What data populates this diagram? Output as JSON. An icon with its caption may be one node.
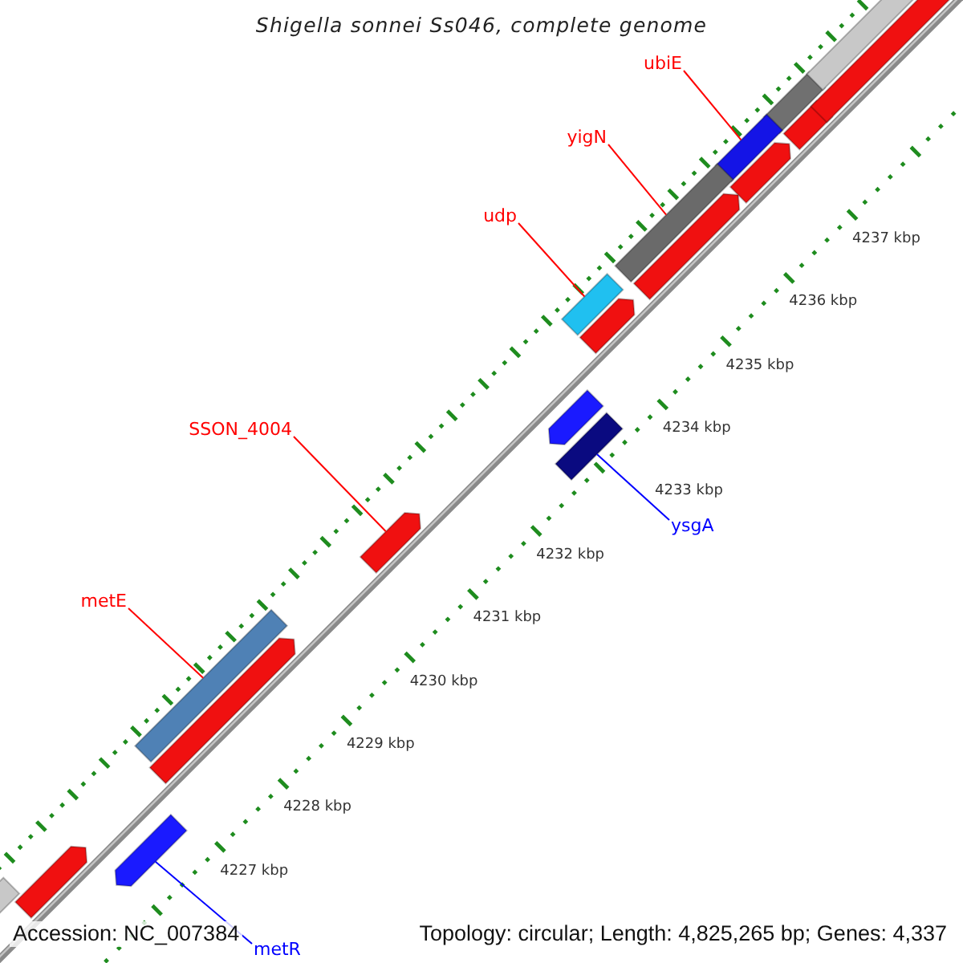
{
  "diagram": {
    "title": "Shigella sonnei Ss046, complete genome",
    "nodes": [
      {
        "text": [
          "ubiE"
        ]
      },
      {
        "text": [
          "yigN"
        ]
      },
      {
        "text": [
          "udp"
        ]
      },
      {
        "text": [
          "SSON_4004"
        ]
      },
      {
        "text": [
          "metE"
        ]
      },
      {
        "text": [
          "ysgA"
        ]
      },
      {
        "text": [
          "metR"
        ]
      },
      {
        "text": [],
        "shape": "bar"
      },
      {
        "text": [],
        "shape": "bar"
      },
      {
        "text": [],
        "shape": "bar"
      },
      {
        "text": [],
        "shape": "arrow"
      },
      {
        "text": [],
        "shape": "bar"
      },
      {
        "text": [],
        "shape": "bar"
      },
      {
        "text": [],
        "shape": "arrow"
      }
    ],
    "edges": [
      {
        "from": 0,
        "to": 7,
        "arrow": "none"
      },
      {
        "from": 1,
        "to": 8,
        "arrow": "none"
      },
      {
        "from": 2,
        "to": 9,
        "arrow": "none"
      },
      {
        "from": 3,
        "to": 10,
        "arrow": "none"
      },
      {
        "from": 4,
        "to": 11,
        "arrow": "none"
      },
      {
        "from": 5,
        "to": 12,
        "arrow": "none",
        "color": "#0000ff"
      },
      {
        "from": 6,
        "to": 13,
        "arrow": "none",
        "color": "#0000ff"
      }
    ],
    "labels": [
      "4237 kbp",
      "4236 kbp",
      "4235 kbp",
      "4234 kbp",
      "4233 kbp",
      "4232 kbp",
      "4231 kbp",
      "4230 kbp",
      "4229 kbp",
      "4228 kbp",
      "4227 kbp",
      "Accession: NC_007384",
      "Topology: circular; Length: 4,825,265 bp; Genes: 4,337"
    ]
  }
}
